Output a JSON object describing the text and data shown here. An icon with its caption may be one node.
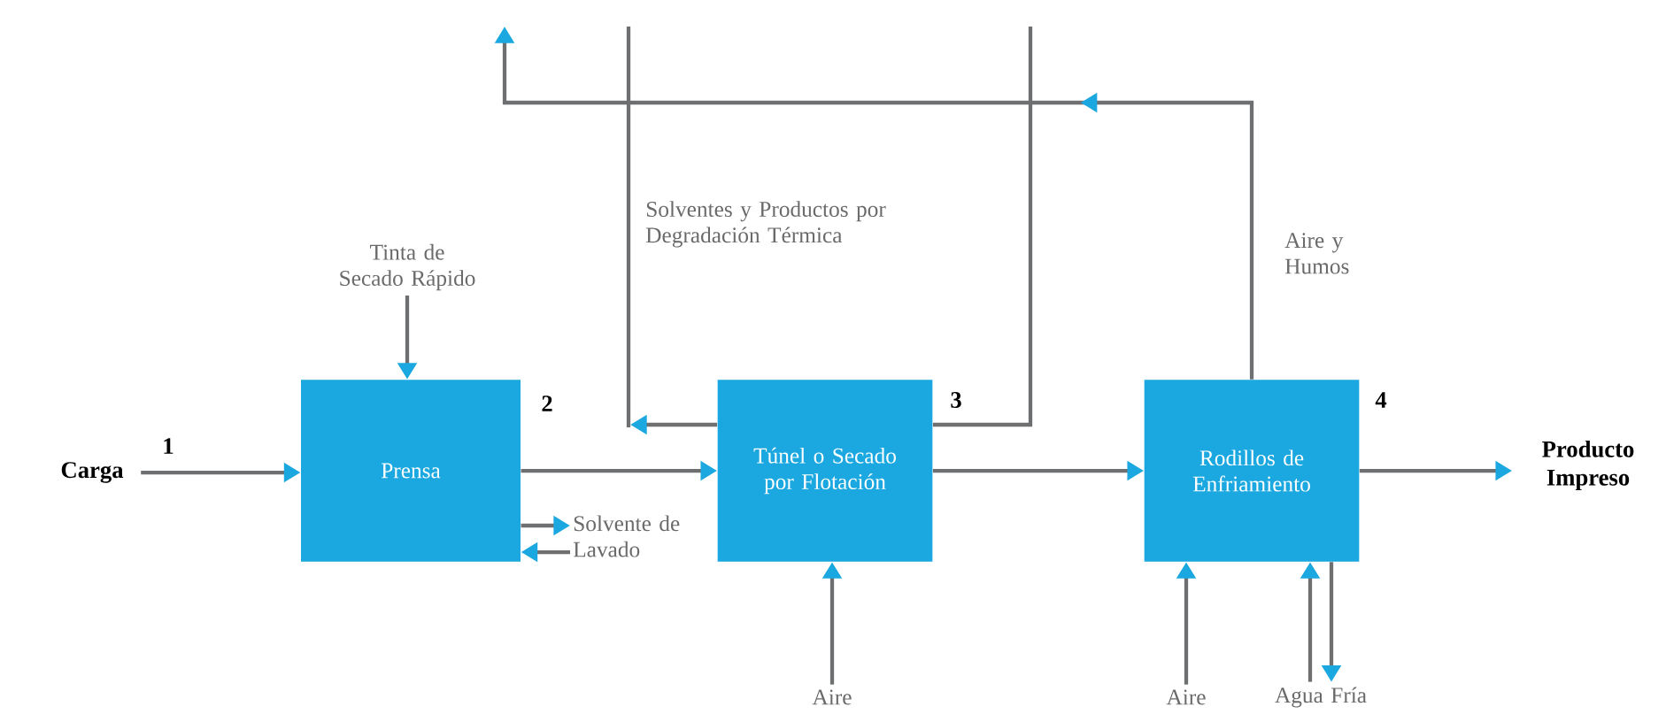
{
  "diagram": {
    "nodes": [
      {
        "text": [
          "Carga"
        ]
      },
      {
        "text": [
          "Prensa"
        ],
        "beside": [
          "2"
        ]
      },
      {
        "text": [
          "Túnel o Secado por Flotación"
        ],
        "beside": [
          "3"
        ]
      },
      {
        "text": [
          "Rodillos de Enfriamiento"
        ],
        "beside": [
          "4"
        ]
      },
      {
        "text": [
          "Producto Impreso"
        ]
      },
      {
        "text": [
          "Tinta de Secado Rápido"
        ]
      },
      {
        "text": [
          "Solvente de Lavado"
        ]
      },
      {
        "text": [
          "Aire"
        ]
      },
      {
        "text": [
          "Aire"
        ]
      },
      {
        "text": [
          "Agua Fría"
        ]
      }
    ],
    "edges": [
      {
        "from": 0,
        "to": 1,
        "arrow": "to",
        "label": "1"
      },
      {
        "from": 5,
        "to": 1,
        "arrow": "to"
      },
      {
        "from": 1,
        "to": 2,
        "arrow": "to"
      },
      {
        "from": 1,
        "to": 6,
        "arrow": "to"
      },
      {
        "from": 6,
        "to": 1,
        "arrow": "to"
      },
      {
        "from": 2,
        "to": 3,
        "arrow": "to"
      },
      {
        "from": 7,
        "to": 2,
        "arrow": "to"
      },
      {
        "from": 2,
        "to": null,
        "arrow": "to"
      },
      {
        "from": 2,
        "to": null,
        "arrow": "none"
      },
      {
        "from": 3,
        "to": 4,
        "arrow": "to"
      },
      {
        "from": 8,
        "to": 3,
        "arrow": "to"
      },
      {
        "from": 9,
        "to": 3,
        "arrow": "to"
      },
      {
        "from": 3,
        "to": 9,
        "arrow": "to"
      },
      {
        "from": 3,
        "to": null,
        "arrow": "to",
        "label": "Aire y Humos"
      }
    ],
    "labels": [
      "Solventes y Productos por Degradación Térmica"
    ]
  }
}
